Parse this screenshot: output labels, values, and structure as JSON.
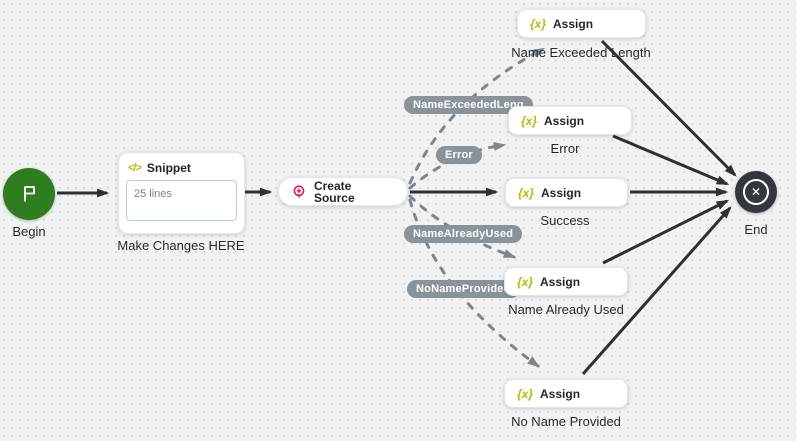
{
  "colors": {
    "background": "#f1f2f3",
    "dot": "#d8dade",
    "accent_yellow": "#b2ba10",
    "accent_pink": "#e31b5e",
    "accent_green": "#2e7d1f",
    "solid_edge": "#2c3136",
    "dashed_edge": "#7d868d",
    "gray_pill": "#8b939a",
    "end_node": "#33383e"
  },
  "nodes": {
    "begin": {
      "caption": "Begin"
    },
    "snippet": {
      "glyph": "</>",
      "title": "Snippet",
      "body": "25 lines",
      "caption": "Make Changes HERE"
    },
    "create_source": {
      "title": "Create Source"
    },
    "assign_glyph": "{x}",
    "assigns": [
      {
        "title": "Assign",
        "caption": "Name Exceeded Length"
      },
      {
        "title": "Assign",
        "caption": "Error"
      },
      {
        "title": "Assign",
        "caption": "Success"
      },
      {
        "title": "Assign",
        "caption": "Name Already Used"
      },
      {
        "title": "Assign",
        "caption": "No Name Provided"
      }
    ],
    "end": {
      "glyph": "✕",
      "caption": "End"
    }
  },
  "edge_labels": [
    {
      "text": "NameExceededLeng"
    },
    {
      "text": "Error"
    },
    {
      "text": "NameAlreadyUsed"
    },
    {
      "text": "NoNameProvided"
    }
  ]
}
